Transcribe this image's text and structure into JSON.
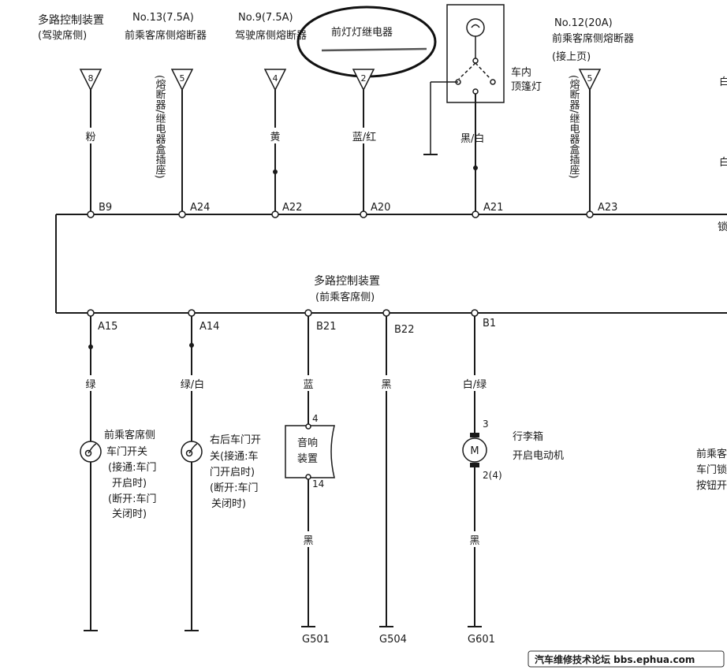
{
  "top_labels": {
    "mcu_driver": "多路控制装置",
    "mcu_driver_side": "(驾驶席侧)",
    "fuse13": "No.13(7.5A)",
    "fuse13_desc": "前乘客席侧熔断器",
    "fuse9": "No.9(7.5A)",
    "fuse9_desc": "驾驶席侧熔断器",
    "headlight_relay": "前灯灯继电器",
    "fuse12": "No.12(20A)",
    "fuse12_desc": "前乘客席侧熔断器",
    "continued": "(接上页)",
    "room_lamp_1": "车内",
    "room_lamp_2": "顶篷灯",
    "fuse_box_text": "(熔断器/继电器盒插座)"
  },
  "connectors_top": [
    "8",
    "5",
    "4",
    "2",
    "5"
  ],
  "wire_colors_top": {
    "pink": "粉",
    "yellow": "黄",
    "blue_red": "蓝/红",
    "black_white": "黑/白"
  },
  "pins_top": {
    "b9": "B9",
    "a24": "A24",
    "a22": "A22",
    "a20": "A20",
    "a21": "A21",
    "a23": "A23"
  },
  "mcu_passenger": {
    "title": "多路控制装置",
    "subtitle": "(前乘客席侧)"
  },
  "pins_bottom": {
    "a15": "A15",
    "a14": "A14",
    "b21": "B21",
    "b22": "B22",
    "b1": "B1"
  },
  "wire_colors_bottom": {
    "green": "绿",
    "green_white": "绿/白",
    "blue": "蓝",
    "black_1": "黑",
    "white_green": "白/绿",
    "black_2": "黑",
    "black_3": "黑"
  },
  "components": {
    "front_door_switch": [
      "前乘客席侧",
      "车门开关",
      "(接通:车门",
      "开启时)",
      "(断开:车门",
      "关闭时)"
    ],
    "rear_door_switch": [
      "右后车门开",
      "关(接通:车",
      "门开启时)",
      "(断开:车门",
      "关闭时)"
    ],
    "audio": [
      "音响",
      "装置"
    ],
    "audio_pin_top": "4",
    "audio_pin_bottom": "14",
    "motor_symbol": "M",
    "motor_pin_top": "3",
    "motor_pin_bottom": "2(4)",
    "trunk_motor": [
      "行李箱",
      "开启电动机"
    ],
    "right_edge": [
      "前乘客",
      "车门锁",
      "按钮开"
    ],
    "right_edge_top": "锁",
    "right_edge_letters": [
      "白",
      "白"
    ]
  },
  "grounds": {
    "g501": "G501",
    "g504": "G504",
    "g601": "G601"
  },
  "watermark": "汽车维修技术论坛 bbs.ephua.com"
}
